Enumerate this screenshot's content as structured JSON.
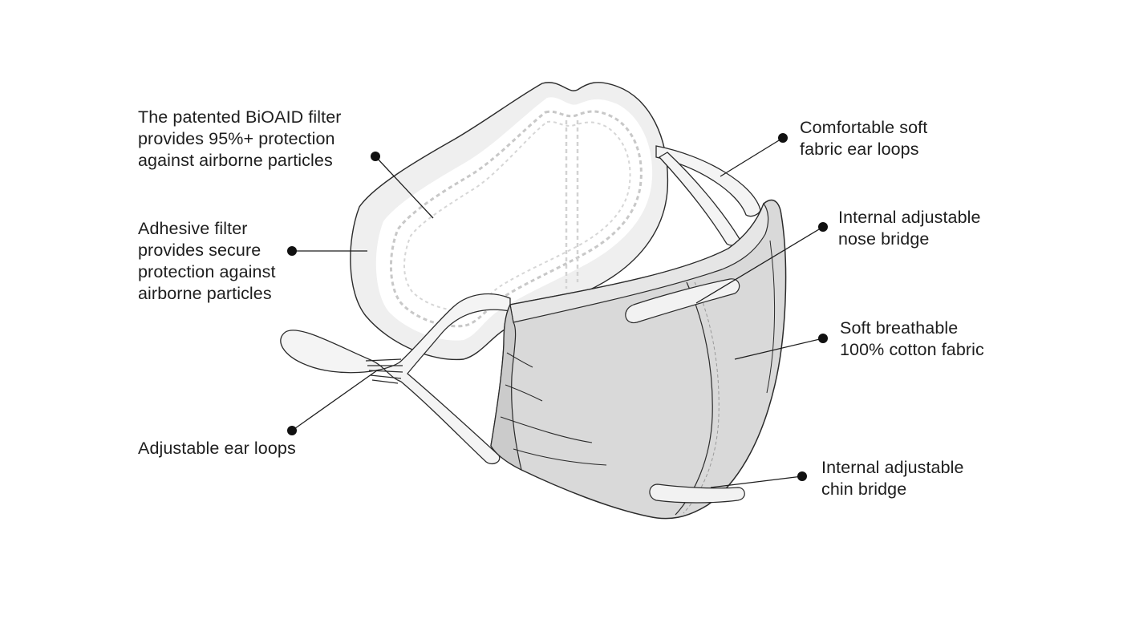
{
  "colors": {
    "outline": "#2b2b2b",
    "filter_rim": "#efefef",
    "fabric": "#d9d9d9",
    "fabric_dark": "#cbcbcb",
    "ear_loop": "#f4f4f4",
    "background": "#ffffff"
  },
  "callouts": {
    "filter": "The patented BiOAID filter\nprovides 95%+ protection\nagainst airborne particles",
    "adhesive": "Adhesive filter\nprovides secure\nprotection against\nairborne particles",
    "adjustable_ear_loops": "Adjustable ear loops",
    "soft_ear_loops": "Comfortable soft\nfabric ear loops",
    "nose_bridge": "Internal adjustable\nnose bridge",
    "fabric": "Soft breathable\n100% cotton fabric",
    "chin_bridge": "Internal adjustable\nchin bridge"
  }
}
